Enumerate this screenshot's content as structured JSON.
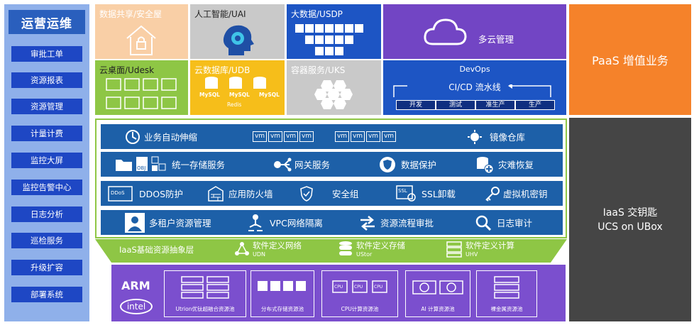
{
  "ops": {
    "title": "运营运维",
    "items": [
      "审批工单",
      "资源报表",
      "资源管理",
      "计量计费",
      "监控大屏",
      "监控告警中心",
      "日志分析",
      "巡检服务",
      "升级扩容",
      "部署系统"
    ]
  },
  "paas": {
    "label": "PaaS 增值业务",
    "tiles": {
      "data_share": "数据共享/安全屋",
      "ai": "人工智能/UAI",
      "bigdata": "大数据/USDP",
      "multicloud": "多云管理",
      "desktop": "云桌面/Udesk",
      "clouddb": "云数据库/UDB",
      "mysql": "MySQL",
      "redis": "Redis",
      "container": "容器服务/UKS",
      "devops": "DevOps",
      "cicd": "CI/CD 流水线",
      "stages": [
        "开发",
        "测试",
        "准生产",
        "生产"
      ]
    }
  },
  "iaas_label": [
    "IaaS 交钥匙",
    "UCS on UBox"
  ],
  "iaas": {
    "row1": {
      "auto_scaling": "业务自动伸缩",
      "vm": "vm",
      "image_repo": "镜像仓库"
    },
    "row2": {
      "storage": "统一存储服务",
      "obj": "OBJ",
      "gateway": "网关服务",
      "data_protect": "数据保护",
      "disaster": "灾难恢复"
    },
    "row3": {
      "ddos": "DDOS防护",
      "firewall": "应用防火墙",
      "sec_group": "安全组",
      "ssl": "SSL卸载",
      "vm_key": "虚拟机密钥",
      "ddos_icon": "DDoS",
      "ssl_icon": "SSL"
    },
    "row4": {
      "tenant": "多租户资源管理",
      "vpc": "VPC网络隔离",
      "approval": "资源流程审批",
      "audit": "日志审计"
    }
  },
  "abstraction": {
    "title": "IaaS基础资源抽象层",
    "udn": "软件定义网络",
    "udn_sub": "UDN",
    "ustor": "软件定义存储",
    "ustor_sub": "UStor",
    "uhv": "软件定义计算",
    "uhv_sub": "UHV"
  },
  "hardware": {
    "arm": "ARM",
    "intel": "intel",
    "cpu": "CPU",
    "pools": [
      "Utrion优钛超融合资源池",
      "分布式存储资源池",
      "CPU计算资源池",
      "AI 计算资源池",
      "裸金属资源池"
    ]
  },
  "colors": {
    "ops_bg": "#8fb0ea",
    "ops_item": "#1e47c4",
    "paas": "#f5822a",
    "iaas": "#454545",
    "row_blue": "#1d60a8",
    "green_border": "#8ec645",
    "hw_purple": "#7b4fce"
  }
}
